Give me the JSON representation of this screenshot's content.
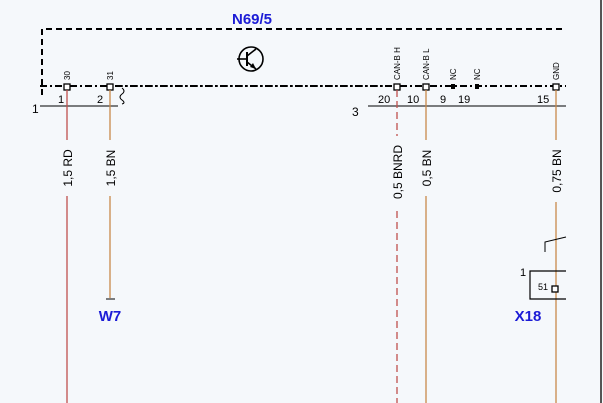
{
  "module": {
    "name": "N69/5",
    "connector_left": "1",
    "connector_mid": "3"
  },
  "pins": [
    {
      "id": "p1",
      "label": "30",
      "number": "1"
    },
    {
      "id": "p2",
      "label": "31",
      "number": "2"
    },
    {
      "id": "p20",
      "label": "CAN-B H",
      "number": "20"
    },
    {
      "id": "p10",
      "label": "CAN-B L",
      "number": "10"
    },
    {
      "id": "p9",
      "label": "NC",
      "number": "9"
    },
    {
      "id": "p19",
      "label": "NC",
      "number": "19"
    },
    {
      "id": "p15",
      "label": "GND",
      "number": "15"
    }
  ],
  "wires": [
    {
      "id": "w1",
      "label": "1,5 RD",
      "color": "#c0504d",
      "dashed": false
    },
    {
      "id": "w2",
      "label": "1,5 BN",
      "color": "#c98a4b",
      "dashed": false
    },
    {
      "id": "w3",
      "label": "0,5 BNRD",
      "color": "#c0504d",
      "dashed": true
    },
    {
      "id": "w4",
      "label": "0,5 BN",
      "color": "#c98a4b",
      "dashed": false
    },
    {
      "id": "w5",
      "label": "0,75 BN",
      "color": "#c98a4b",
      "dashed": false
    }
  ],
  "components": {
    "w7": "W7",
    "x18": "X18",
    "x18_connector": "1",
    "x18_pin": "51"
  },
  "colors": {
    "dash_border": "#000000",
    "component_label": "#1c1cd6",
    "background": "#f5f8fb"
  }
}
